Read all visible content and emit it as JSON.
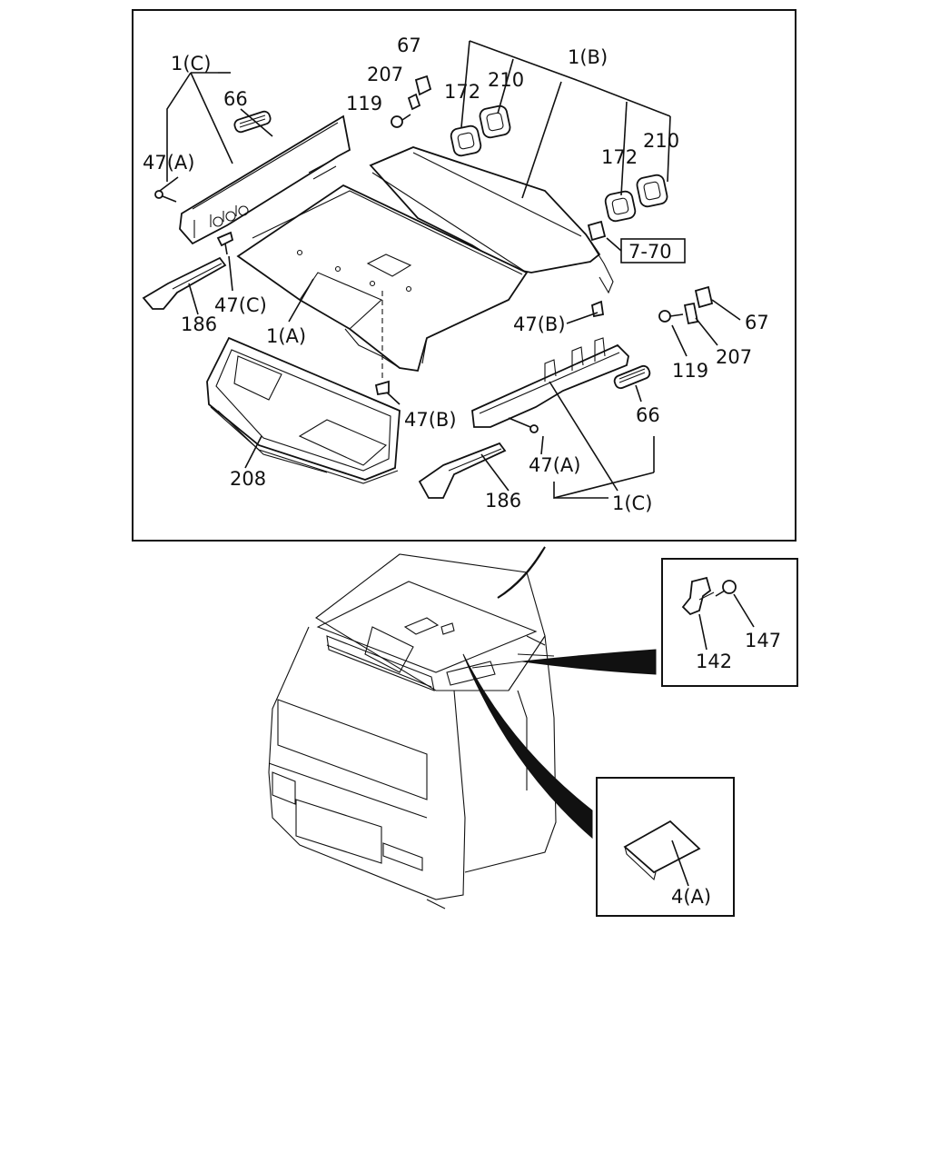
{
  "labels": {
    "l_1c_top": "1(C)",
    "l_66_top": "66",
    "l_47a_left": "47(A)",
    "l_67_top": "67",
    "l_207_top": "207",
    "l_119_top": "119",
    "l_172_left": "172",
    "l_210_left": "210",
    "l_1b": "1(B)",
    "l_172_right": "172",
    "l_210_right": "210",
    "l_770": "7-70",
    "l_47c": "47(C)",
    "l_186_left": "186",
    "l_1a": "1(A)",
    "l_47b_right": "47(B)",
    "l_67_right": "67",
    "l_207_right": "207",
    "l_119_right": "119",
    "l_47b_center": "47(B)",
    "l_66_right": "66",
    "l_208": "208",
    "l_47a_right": "47(A)",
    "l_186_right": "186",
    "l_1c_bottom": "1(C)",
    "l_147": "147",
    "l_142": "142",
    "l_4a": "4(A)"
  }
}
